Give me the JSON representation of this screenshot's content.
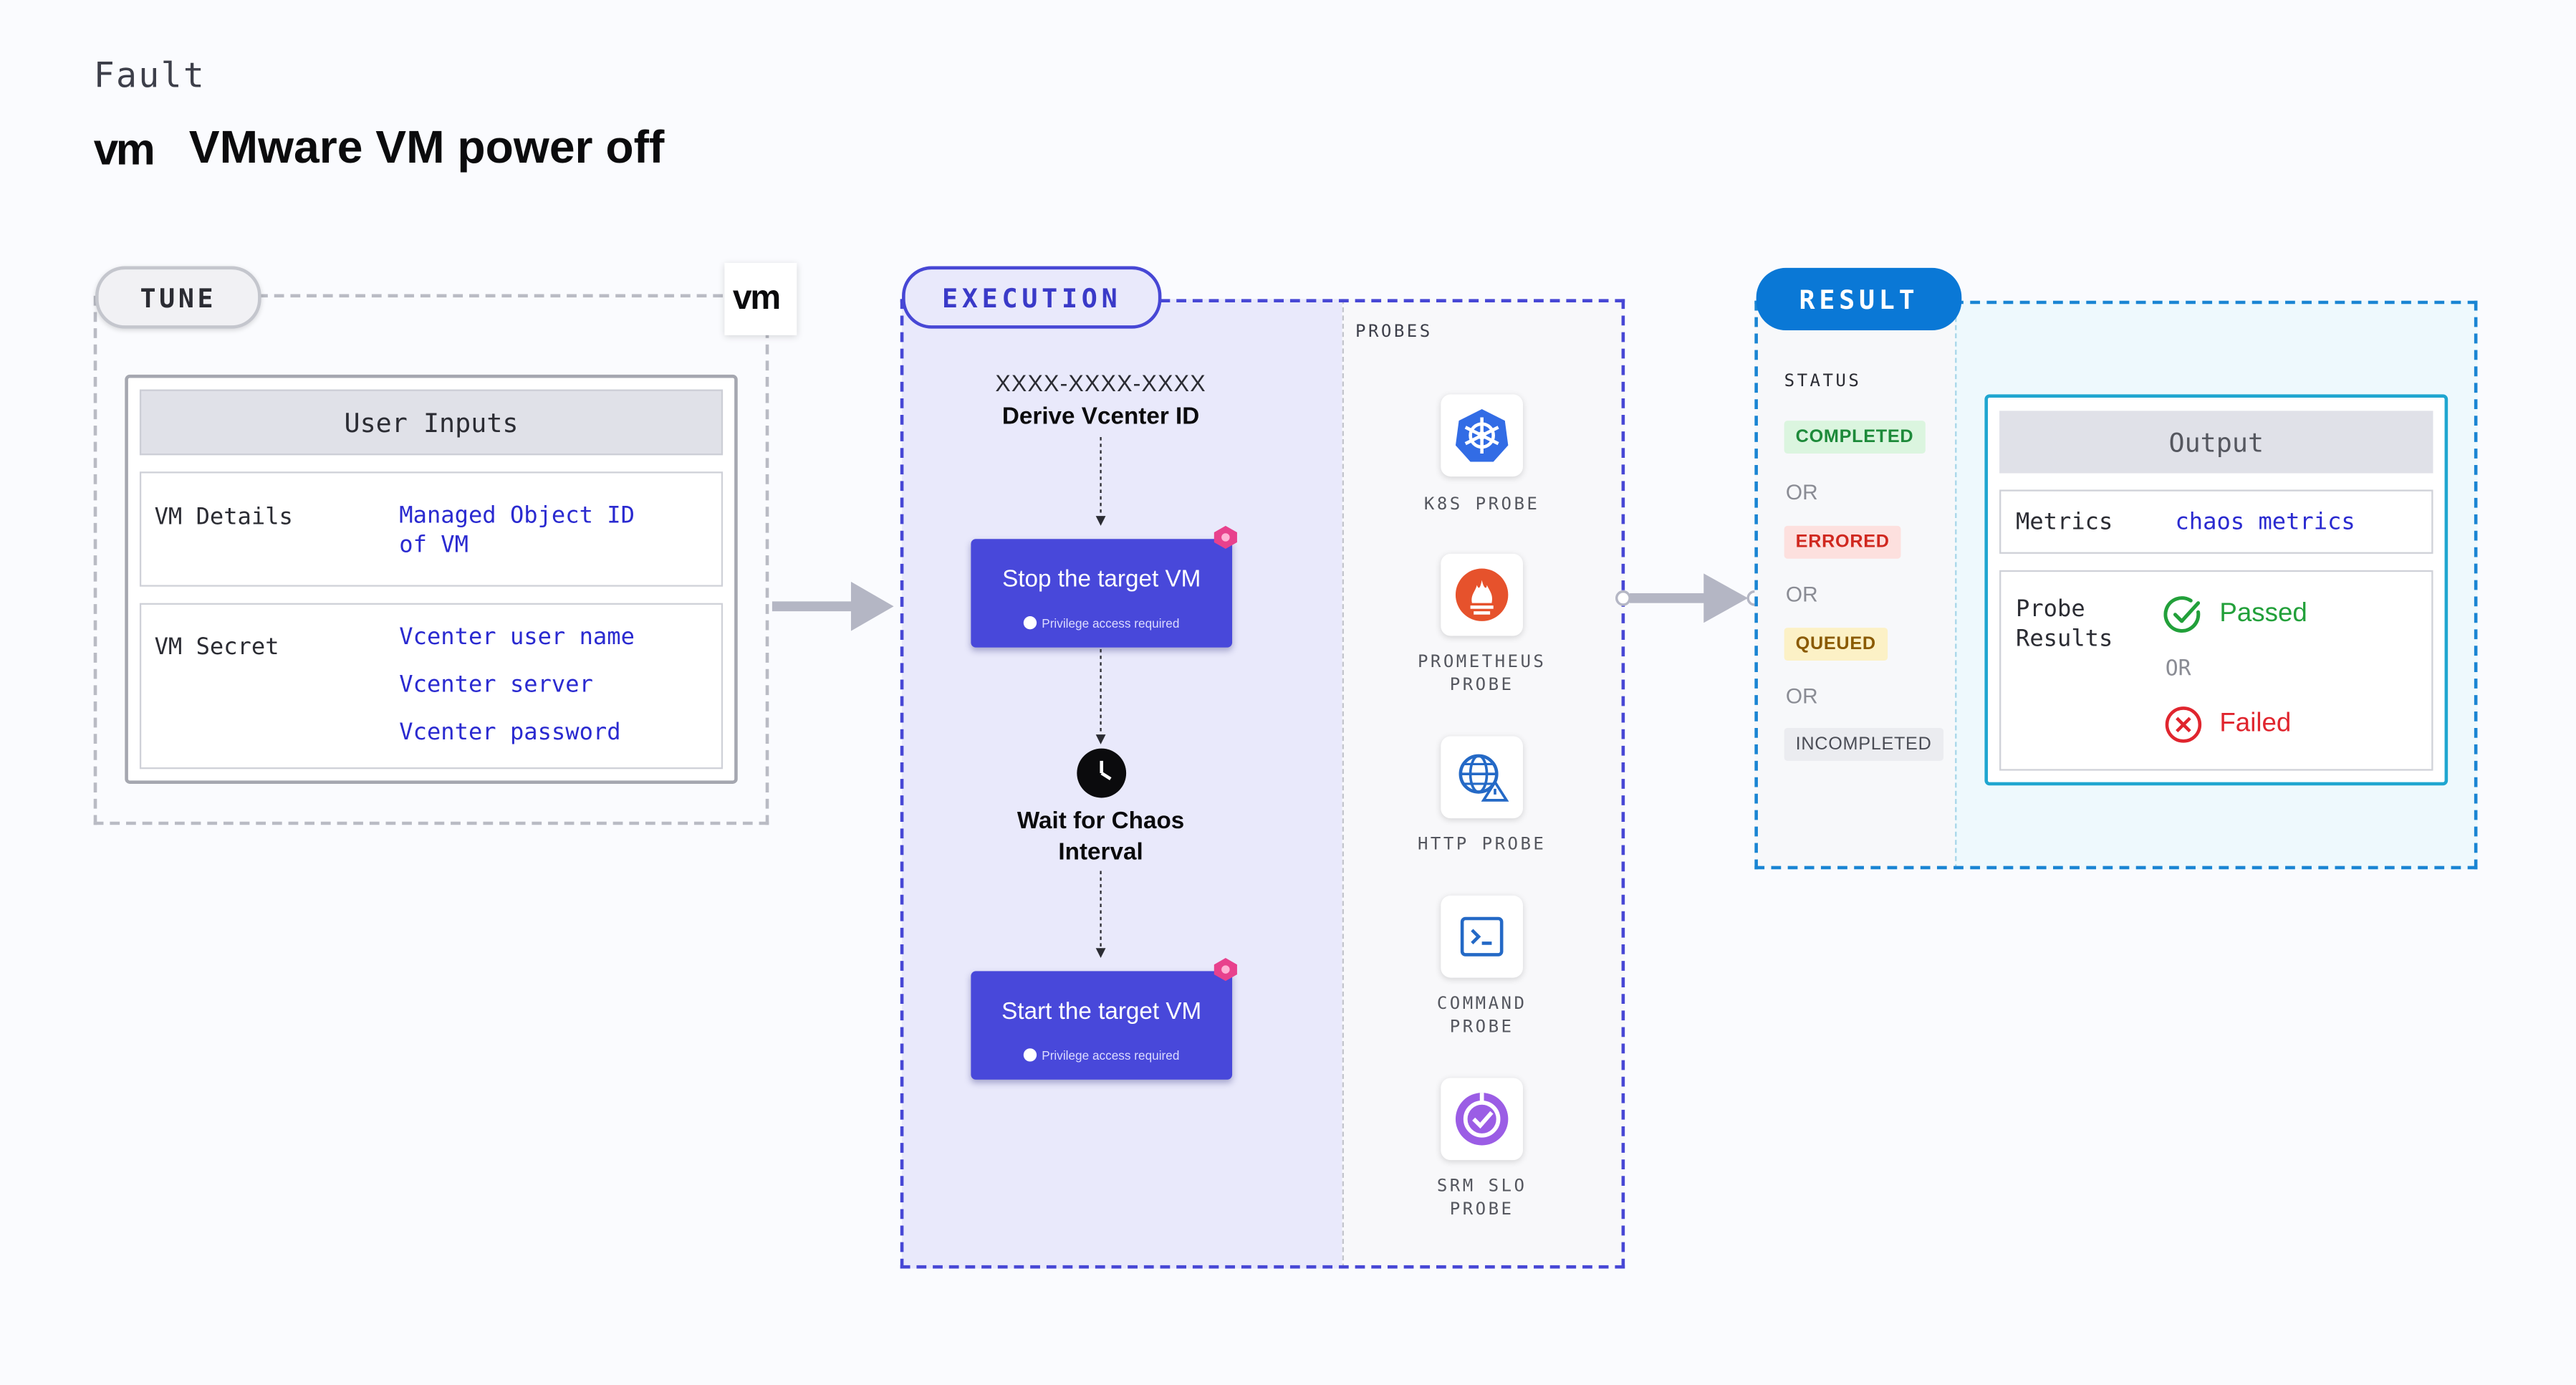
{
  "header": {
    "kicker": "Fault",
    "title": "VMware VM power off",
    "brand_logo": "vm"
  },
  "tune": {
    "label": "TUNE",
    "logo": "vm",
    "panel_title": "User Inputs",
    "rows": [
      {
        "key": "VM Details",
        "values": [
          "Managed Object ID",
          "of VM"
        ]
      },
      {
        "key": "VM Secret",
        "values": [
          "Vcenter user name",
          "Vcenter server",
          "Vcenter password"
        ]
      }
    ]
  },
  "execution": {
    "label": "EXECUTION",
    "id_text": "XXXX-XXXX-XXXX",
    "derive_label": "Derive Vcenter ID",
    "stop_title": "Stop the target VM",
    "stop_sub": "Privilege access required",
    "wait_line1": "Wait for Chaos",
    "wait_line2": "Interval",
    "start_title": "Start the target VM",
    "start_sub": "Privilege access required",
    "probes_label": "PROBES",
    "probes": [
      {
        "label1": "K8S PROBE",
        "label2": "",
        "icon": "kubernetes-icon"
      },
      {
        "label1": "PROMETHEUS",
        "label2": "PROBE",
        "icon": "prometheus-icon"
      },
      {
        "label1": "HTTP PROBE",
        "label2": "",
        "icon": "http-globe-icon"
      },
      {
        "label1": "COMMAND",
        "label2": "PROBE",
        "icon": "terminal-icon"
      },
      {
        "label1": "SRM SLO",
        "label2": "PROBE",
        "icon": "slo-icon"
      }
    ]
  },
  "result": {
    "label": "RESULT",
    "status_label": "STATUS",
    "statuses": [
      "COMPLETED",
      "ERRORED",
      "QUEUED",
      "INCOMPLETED"
    ],
    "or_text": "OR",
    "output_title": "Output",
    "metrics_key": "Metrics",
    "metrics_value": "chaos metrics",
    "probe_key_line1": "Probe",
    "probe_key_line2": "Results",
    "passed": "Passed",
    "failed": "Failed"
  },
  "colors": {
    "execution_accent": "#4848da",
    "result_accent": "#1a85d3",
    "completed": "#1d8a3a",
    "errored": "#d0281f",
    "queued": "#8a5a00",
    "incompleted": "#4a4c55",
    "passed": "#22a03a",
    "failed": "#e0252e"
  }
}
